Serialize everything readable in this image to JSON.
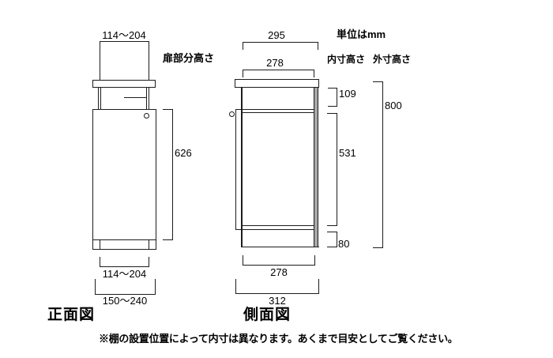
{
  "header": {
    "unit": "単位はmm",
    "inner_height": "内寸高さ",
    "outer_height": "外寸高さ",
    "door_part_height": "扉部分高さ"
  },
  "front_view": {
    "label": "正面図",
    "top_width": "114～204",
    "door_height": "626",
    "bottom_inner_width": "114～204",
    "bottom_outer_width": "150～240"
  },
  "side_view": {
    "label": "側面図",
    "top_outer_depth": "295",
    "top_inner_depth": "278",
    "upper_inner_height": "109",
    "main_inner_height": "531",
    "base_height": "80",
    "total_height": "800",
    "bottom_inner_depth": "278",
    "bottom_outer_depth": "312"
  },
  "footer": {
    "note": "※棚の設置位置によって内寸は異なります。あくまで目安としてご覧ください。"
  },
  "colors": {
    "line": "#1c1c1c",
    "back_panel_fill": "#a8a8a8",
    "background": "#ffffff"
  }
}
